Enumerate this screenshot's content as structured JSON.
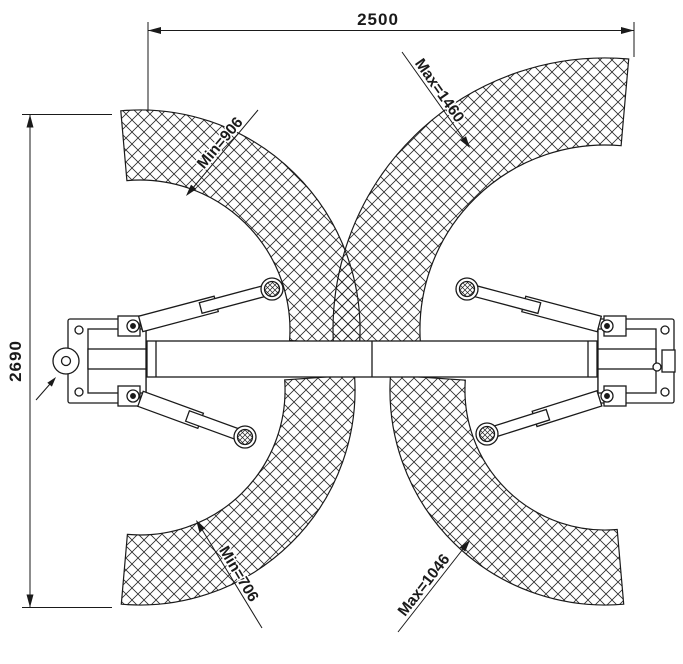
{
  "drawing": {
    "width_dim": "2500",
    "height_dim": "2690",
    "labels": {
      "front_min": "Min=906",
      "front_max": "Max=1460",
      "rear_min": "Min=706",
      "rear_max": "Max=1046"
    },
    "colors": {
      "ink": "#1a1a1a",
      "background": "#ffffff"
    }
  }
}
